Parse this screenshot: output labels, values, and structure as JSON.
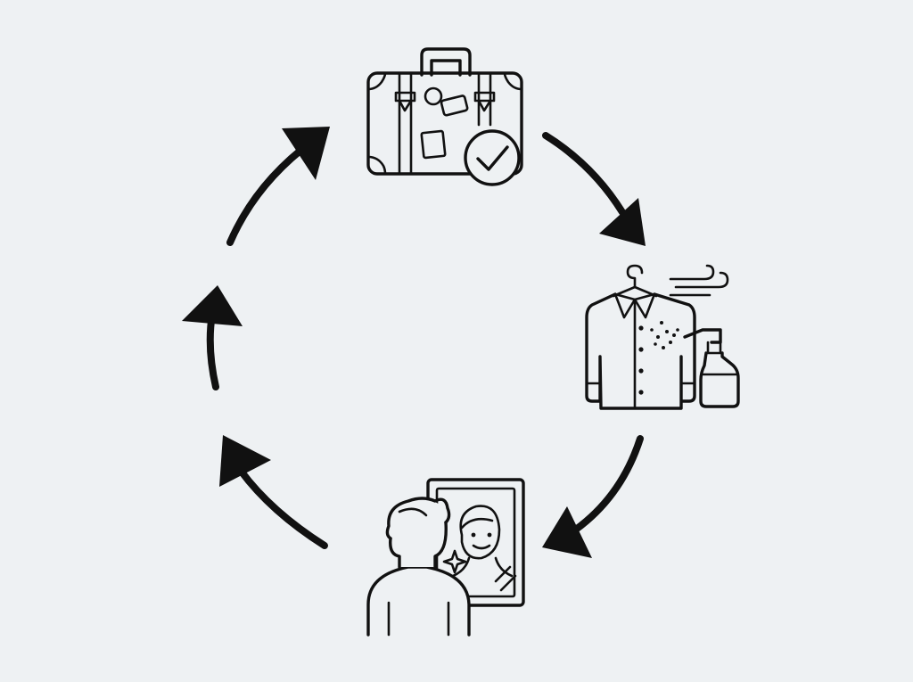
{
  "diagram": {
    "type": "cycle",
    "direction": "clockwise",
    "background": "#eef1f3",
    "stroke_color": "#111111",
    "stages": [
      {
        "id": "packed-suitcase",
        "icon": "suitcase-check-icon"
      },
      {
        "id": "refresh-clothes",
        "icon": "shirt-spray-icon"
      },
      {
        "id": "mirror-check",
        "icon": "person-mirror-icon"
      }
    ],
    "connectors": [
      {
        "from": "packed-suitcase",
        "to": "refresh-clothes"
      },
      {
        "from": "refresh-clothes",
        "to": "mirror-check"
      },
      {
        "from": "mirror-check",
        "to": "packed-suitcase",
        "segments": 3
      }
    ]
  }
}
